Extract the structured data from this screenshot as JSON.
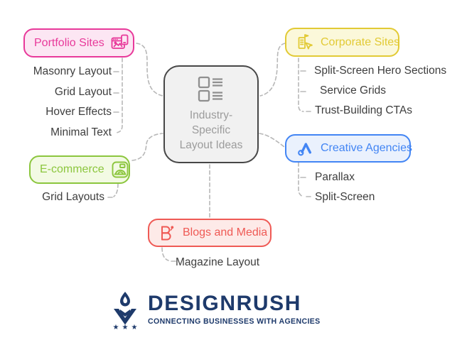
{
  "center": {
    "lines": [
      "Industry-",
      "Specific",
      "Layout Ideas"
    ],
    "border_color": "#474747",
    "bg": "#f1f1f1",
    "text_color": "#9c9c9c"
  },
  "branches": [
    {
      "label": "Portfolio Sites",
      "color": "#e8399a",
      "bg": "#fce6f3",
      "items": [
        "Masonry Layout",
        "Grid Layout",
        "Hover Effects",
        "Minimal Text"
      ]
    },
    {
      "label": "E-commerce",
      "color": "#8cc63e",
      "bg": "#f3fae4",
      "items": [
        "Grid Layouts"
      ]
    },
    {
      "label": "Corporate Sites",
      "color": "#e2ca35",
      "bg": "#fbf8da",
      "items": [
        "Split-Screen Hero Sections",
        "Service Grids",
        "Trust-Building CTAs"
      ]
    },
    {
      "label": "Creative Agencies",
      "color": "#4285f4",
      "bg": "#eaf1fd",
      "items": [
        "Parallax",
        "Split-Screen"
      ]
    },
    {
      "label": "Blogs and Media",
      "color": "#ef5a55",
      "bg": "#fdeae8",
      "items": [
        "Magazine Layout"
      ]
    }
  ],
  "connector_color": "#b8b8b8",
  "item_text_color": "#3e3e3e",
  "logo": {
    "name": "DESIGNRUSH",
    "tagline": "CONNECTING BUSINESSES WITH AGENCIES",
    "stars": "★★★",
    "color": "#1e3a6b"
  }
}
